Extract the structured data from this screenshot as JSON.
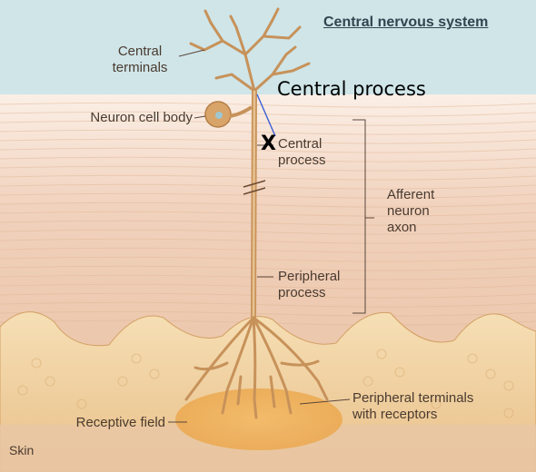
{
  "header": {
    "region_label": "Central nervous system"
  },
  "annotation": {
    "overlay_text": "Central process",
    "x_mark": "X"
  },
  "labels": {
    "central_terminals": [
      "Central",
      "terminals"
    ],
    "neuron_cell_body": "Neuron cell body",
    "central_process": [
      "Central",
      "process"
    ],
    "afferent_neuron_axon": [
      "Afferent",
      "neuron",
      "axon"
    ],
    "peripheral_process": [
      "Peripheral",
      "process"
    ],
    "peripheral_terminals": [
      "Peripheral terminals",
      "with receptors"
    ],
    "receptive_field": "Receptive field",
    "skin": "Skin"
  },
  "colors": {
    "cns_band": "#cfe5e8",
    "skin_upper": "#f3d8c3",
    "skin_lower": "#e5b68d",
    "neuron": "#d8a46a",
    "neuron_outline": "#b57e46",
    "receptive_field": "#f0b25c",
    "annotation_line": "#3b5fd6"
  }
}
